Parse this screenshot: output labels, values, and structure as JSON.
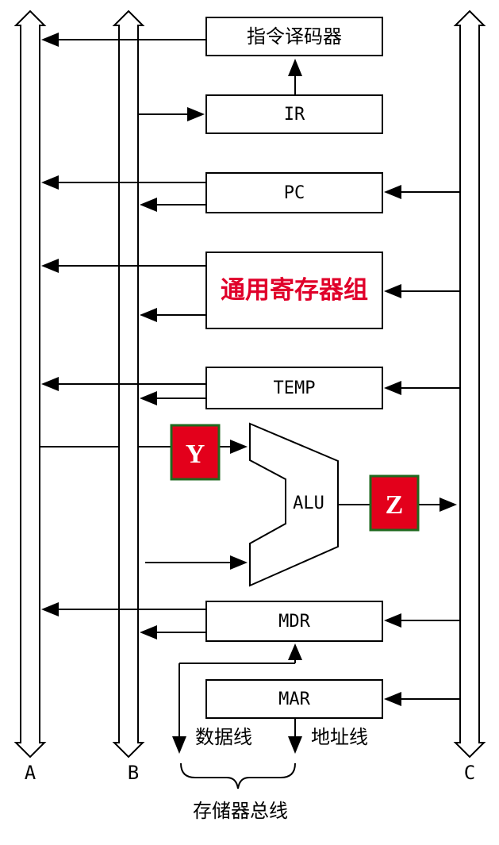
{
  "buses": {
    "a": "A",
    "b": "B",
    "c": "C"
  },
  "blocks": {
    "decoder": "指令译码器",
    "ir": "IR",
    "pc": "PC",
    "regs": "通用寄存器组",
    "temp": "TEMP",
    "alu": "ALU",
    "mdr": "MDR",
    "mar": "MAR"
  },
  "tags": {
    "y": "Y",
    "z": "Z"
  },
  "memory_bus": {
    "data_line": "数据线",
    "address_line": "地址线",
    "label": "存储器总线"
  },
  "colors": {
    "regs_text": "#e0002a",
    "tag_fill": "#e3001b",
    "tag_border": "#1f6a1f"
  }
}
